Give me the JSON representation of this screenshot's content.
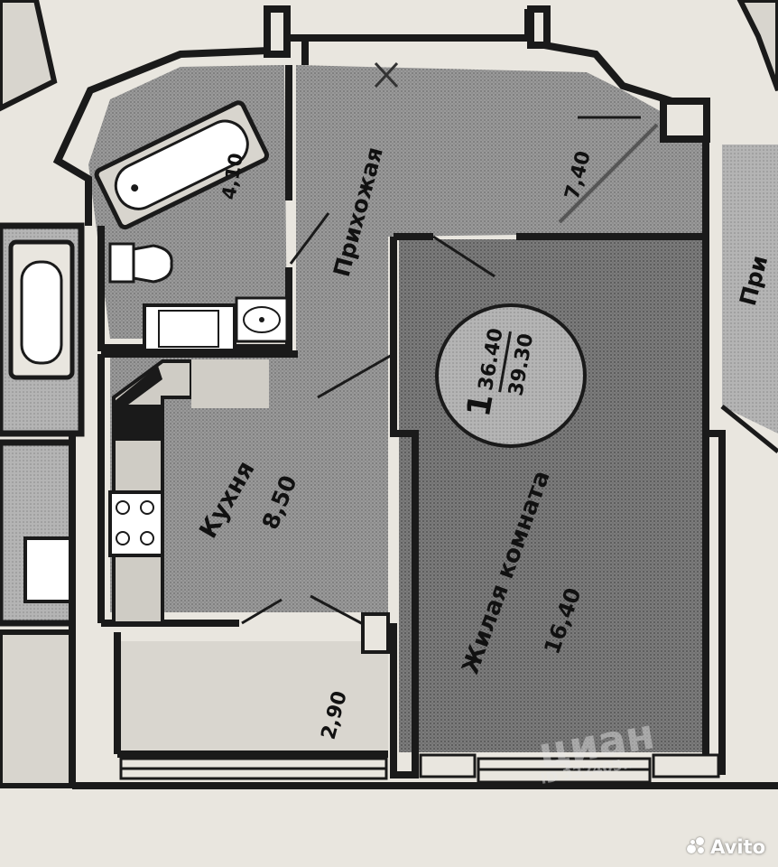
{
  "rooms": {
    "bathroom": {
      "area": "4,10"
    },
    "hallway": {
      "name": "Прихожая",
      "area": "7,40"
    },
    "kitchen": {
      "name": "Кухня",
      "area": "8,50"
    },
    "living": {
      "name": "Жилая комната",
      "area": "16,40"
    },
    "loggia": {
      "area": "2,90"
    },
    "neighbor": {
      "name": "При"
    }
  },
  "apartment": {
    "rooms_count": "1",
    "living_area": "36.40",
    "total_area": "39.30"
  },
  "watermarks": {
    "cian_brand": "циан",
    "cian_id": "ID 332405..."
  },
  "avito": {
    "label": "Avito"
  },
  "colors": {
    "wall": "#1a1a1a",
    "floor_fill": "#8e8e8e",
    "paper": "#e9e6df"
  }
}
